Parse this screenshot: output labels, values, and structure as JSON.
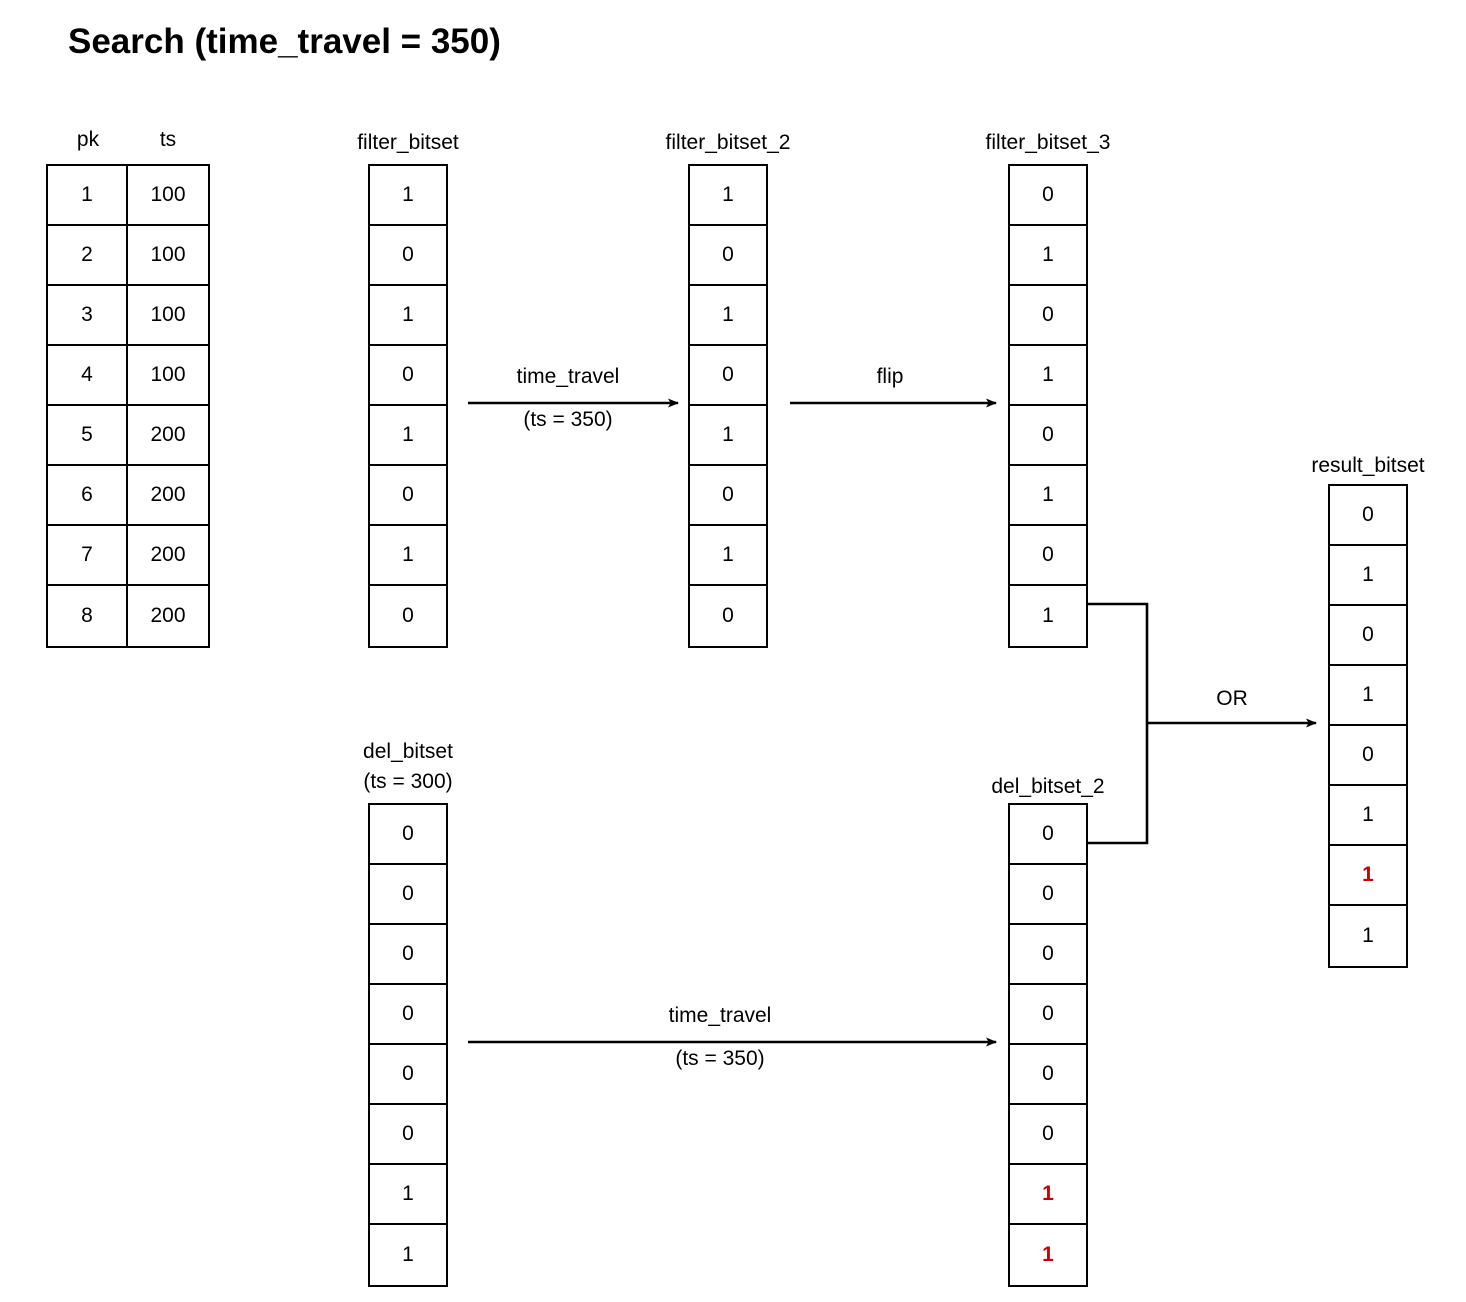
{
  "title": "Search (time_travel = 350)",
  "source_table": {
    "headers": {
      "pk": "pk",
      "ts": "ts"
    },
    "rows": [
      {
        "pk": "1",
        "ts": "100"
      },
      {
        "pk": "2",
        "ts": "100"
      },
      {
        "pk": "3",
        "ts": "100"
      },
      {
        "pk": "4",
        "ts": "100"
      },
      {
        "pk": "5",
        "ts": "200"
      },
      {
        "pk": "6",
        "ts": "200"
      },
      {
        "pk": "7",
        "ts": "200"
      },
      {
        "pk": "8",
        "ts": "200"
      }
    ]
  },
  "bitsets": {
    "filter_bitset": {
      "label": "filter_bitset",
      "sublabel": "",
      "bits": [
        "1",
        "0",
        "1",
        "0",
        "1",
        "0",
        "1",
        "0"
      ],
      "highlight": [
        false,
        false,
        false,
        false,
        false,
        false,
        false,
        false
      ]
    },
    "filter_bitset_2": {
      "label": "filter_bitset_2",
      "sublabel": "",
      "bits": [
        "1",
        "0",
        "1",
        "0",
        "1",
        "0",
        "1",
        "0"
      ],
      "highlight": [
        false,
        false,
        false,
        false,
        false,
        false,
        false,
        false
      ]
    },
    "filter_bitset_3": {
      "label": "filter_bitset_3",
      "sublabel": "",
      "bits": [
        "0",
        "1",
        "0",
        "1",
        "0",
        "1",
        "0",
        "1"
      ],
      "highlight": [
        false,
        false,
        false,
        false,
        false,
        false,
        false,
        false
      ]
    },
    "del_bitset": {
      "label": "del_bitset",
      "sublabel": "(ts = 300)",
      "bits": [
        "0",
        "0",
        "0",
        "0",
        "0",
        "0",
        "1",
        "1"
      ],
      "highlight": [
        false,
        false,
        false,
        false,
        false,
        false,
        false,
        false
      ]
    },
    "del_bitset_2": {
      "label": "del_bitset_2",
      "sublabel": "",
      "bits": [
        "0",
        "0",
        "0",
        "0",
        "0",
        "0",
        "1",
        "1"
      ],
      "highlight": [
        false,
        false,
        false,
        false,
        false,
        false,
        true,
        true
      ]
    },
    "result_bitset": {
      "label": "result_bitset",
      "sublabel": "",
      "bits": [
        "0",
        "1",
        "0",
        "1",
        "0",
        "1",
        "1",
        "1"
      ],
      "highlight": [
        false,
        false,
        false,
        false,
        false,
        false,
        true,
        false
      ]
    }
  },
  "arrows": {
    "time_travel_top": {
      "line1": "time_travel",
      "line2": "(ts = 350)"
    },
    "flip": {
      "line1": "flip",
      "line2": ""
    },
    "time_travel_bottom": {
      "line1": "time_travel",
      "line2": "(ts = 350)"
    },
    "or": {
      "line1": "OR",
      "line2": ""
    }
  },
  "colors": {
    "highlight": "#cc0000",
    "stroke": "#000000",
    "background": "#ffffff"
  }
}
